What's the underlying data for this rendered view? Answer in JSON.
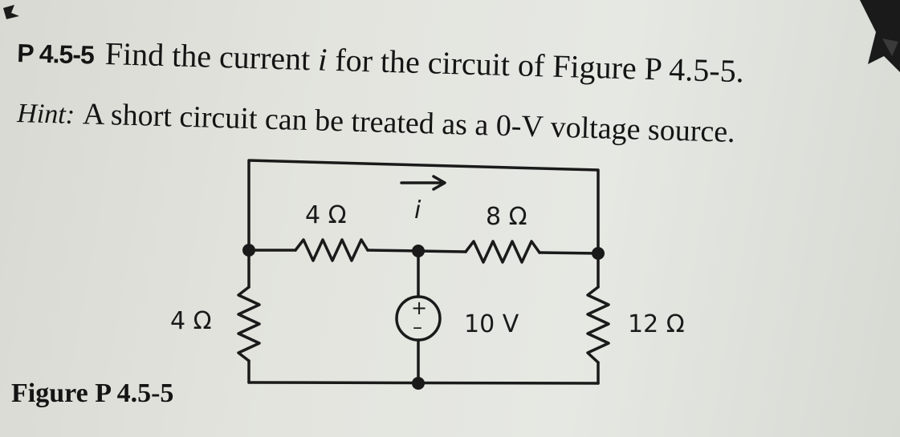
{
  "problem": {
    "number": "P 4.5-5",
    "statement_pre": "Find the current ",
    "statement_var": "i",
    "statement_post": " for the circuit of Figure P 4.5-5."
  },
  "hint": {
    "label": "Hint:",
    "text": "A short circuit can be treated as a 0-V voltage source."
  },
  "figure": {
    "caption": "Figure P 4.5-5",
    "labels": {
      "r_top_left": "4 Ω",
      "r_top_right": "8 Ω",
      "r_left": "4 Ω",
      "r_right": "12 Ω",
      "source_value": "10 V",
      "current_var": "i",
      "source_plus": "+",
      "source_minus": "–"
    }
  }
}
